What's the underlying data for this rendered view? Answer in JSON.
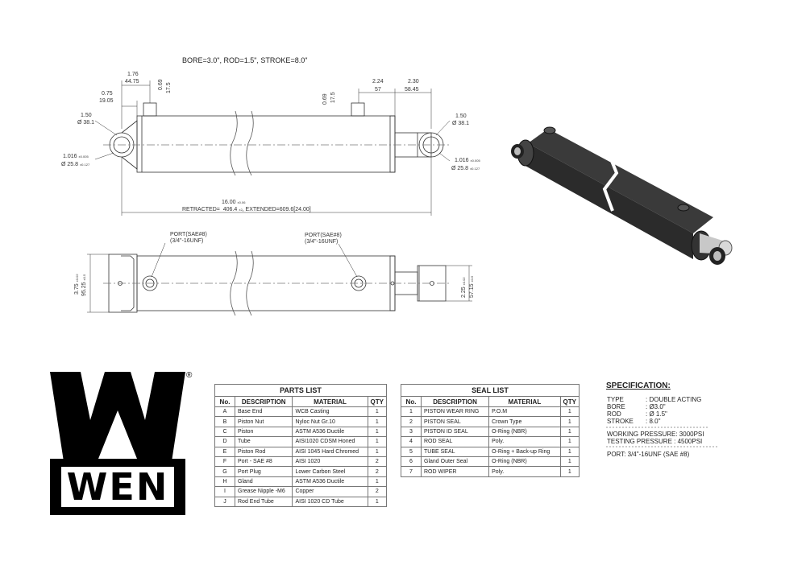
{
  "header_spec": "BORE=3.0\", ROD=1.5\", STROKE=8.0\"",
  "dims": {
    "d176": "1.76",
    "d4475": "44.75",
    "d075": "0.75",
    "d1905": "19.05",
    "d069a": "0.69",
    "d175a": "17.5",
    "d069b": "0.69",
    "d175b": "17.5",
    "d224": "2.24",
    "d57": "57",
    "d230": "2.30",
    "d5845": "58.45",
    "d150a": "1.50",
    "phi381a": "Ø 38.1",
    "d150b": "1.50",
    "phi381b": "Ø 38.1",
    "d1016a": "1.016",
    "d1016a_tol": "±0.005",
    "phi258a": "Ø 25.8",
    "phi258a_tol": "±0.127",
    "d1016b": "1.016",
    "d1016b_tol": "±0.005",
    "phi258b": "Ø 25.8",
    "phi258b_tol": "±0.127",
    "d1600": "16.00",
    "d1600_tol": "±0.06",
    "retracted_label": "RETRACTED=",
    "retracted_val": "406.4",
    "retracted_tol": "±2",
    "extended": ", EXTENDED=609.6[24.00]",
    "port_left_1": "PORT(SAE#8)",
    "port_left_2": "(3/4\"-16UNF)",
    "port_right_1": "PORT(SAE#8)",
    "port_right_2": "(3/4\"-16UNF)",
    "d375": "3.75",
    "d375_tol": "±0.02",
    "d9525": "95.25",
    "d9525_tol": "±0.5",
    "d225": "2.25",
    "d225_tol": "±0.02",
    "d5715": "57.15",
    "d5715_tol": "±0.5"
  },
  "logo": {
    "text": "WEN",
    "registered": "®"
  },
  "parts_list": {
    "title": "PARTS   LIST",
    "headers": [
      "No.",
      "DESCRIPTION",
      "MATERIAL",
      "QTY"
    ],
    "rows": [
      [
        "A",
        "Base End",
        "WCB Casting",
        "1"
      ],
      [
        "B",
        "Piston Nut",
        "Nyloc Nut Gr.10",
        "1"
      ],
      [
        "C",
        "Piston",
        "ASTM A536 Ductile",
        "1"
      ],
      [
        "D",
        "Tube",
        "AISI1020 CDSM Honed",
        "1"
      ],
      [
        "E",
        "Piston Rod",
        "AISI 1045 Hard Chromed",
        "1"
      ],
      [
        "F",
        "Port - SAE #8",
        "AISI 1020",
        "2"
      ],
      [
        "G",
        "Port Plug",
        "Lower Carbon Steel",
        "2"
      ],
      [
        "H",
        "Gland",
        "ASTM A536 Ductile",
        "1"
      ],
      [
        "I",
        "Grease Nipple -M6",
        "Copper",
        "2"
      ],
      [
        "J",
        "Rod End Tube",
        "AISI 1020 CD Tube",
        "1"
      ]
    ]
  },
  "seal_list": {
    "title": "SEAL LIST",
    "headers": [
      "No.",
      "DESCRIPTION",
      "MATERIAL",
      "QTY"
    ],
    "rows": [
      [
        "1",
        "PISTON WEAR RING",
        "P.O.M",
        "1"
      ],
      [
        "2",
        "PISTON SEAL",
        "Crown Type",
        "1"
      ],
      [
        "3",
        "PISTON ID SEAL",
        "O-Ring (NBR)",
        "1"
      ],
      [
        "4",
        "ROD SEAL",
        "Poly.",
        "1"
      ],
      [
        "5",
        "TUBE SEAL",
        "O-Ring + Back-up Ring",
        "1"
      ],
      [
        "6",
        "Gland Outer Seal",
        "O-Ring (NBR)",
        "1"
      ],
      [
        "7",
        "ROD WIPER",
        "Poly.",
        "1"
      ]
    ]
  },
  "specification": {
    "title": "SPECIFICATION:",
    "type_label": "TYPE",
    "type_val": ": DOUBLE ACTING",
    "bore_label": "BORE",
    "bore_val": ": Ø3.0\"",
    "rod_label": "ROD",
    "rod_val": ": Ø 1.5\"",
    "stroke_label": "STROKE",
    "stroke_val": ": 8.0\"",
    "working": "WORKING PRESSURE:  3000PSI",
    "testing": "TESTING PRESSURE  :  4500PSI",
    "port": "PORT: 3/4\"-16UNF (SAE #8)"
  }
}
